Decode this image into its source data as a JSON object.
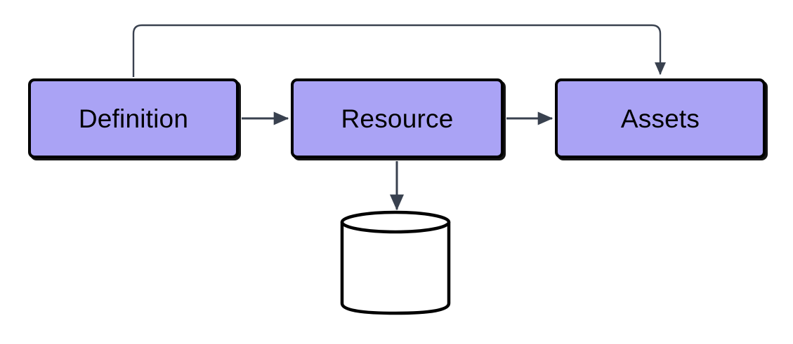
{
  "diagram": {
    "type": "flowchart",
    "background_color": "#ffffff",
    "node_fill_color": "#aaa3f5",
    "node_border_color": "#000000",
    "edge_color": "#39414f",
    "text_color": "#000000",
    "nodes": [
      {
        "id": "definition",
        "label": "Definition",
        "shape": "rounded-rectangle"
      },
      {
        "id": "resource",
        "label": "Resource",
        "shape": "rounded-rectangle"
      },
      {
        "id": "assets",
        "label": "Assets",
        "shape": "rounded-rectangle"
      },
      {
        "id": "datastore",
        "label": "",
        "shape": "cylinder"
      }
    ],
    "edges": [
      {
        "from": "definition",
        "to": "resource",
        "label": "",
        "style": "solid-arrow"
      },
      {
        "from": "resource",
        "to": "assets",
        "label": "",
        "style": "solid-arrow"
      },
      {
        "from": "resource",
        "to": "datastore",
        "label": "",
        "style": "solid-arrow"
      },
      {
        "from": "definition",
        "to": "assets",
        "label": "",
        "style": "solid-arrow-routed-top"
      }
    ]
  }
}
